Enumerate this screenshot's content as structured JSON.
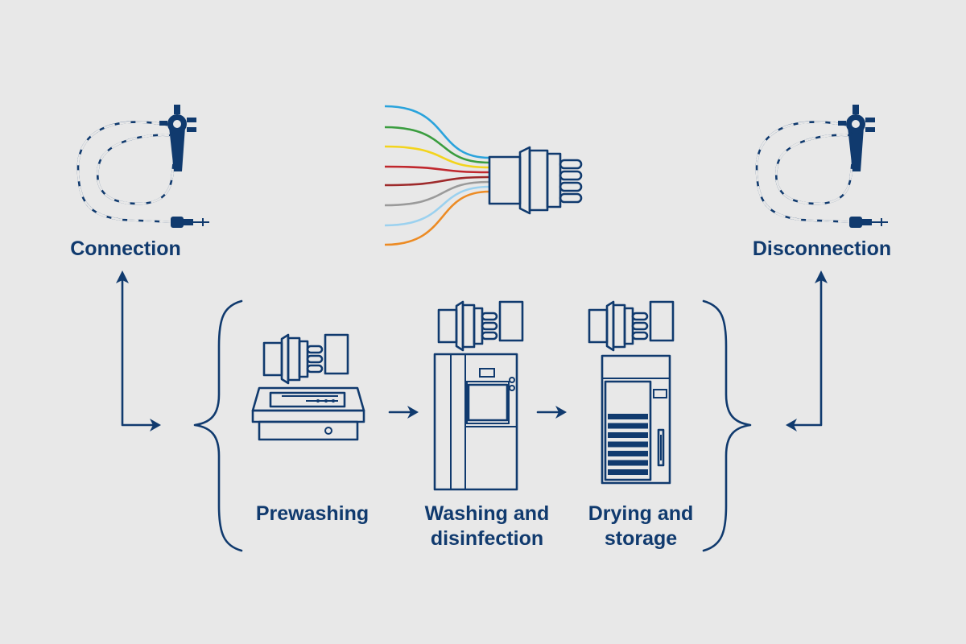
{
  "labels": {
    "connection": "Connection",
    "disconnection": "Disconnection",
    "prewashing": "Prewashing",
    "washing_line1": "Washing and",
    "washing_line2": "disinfection",
    "drying_line1": "Drying and",
    "drying_line2": "storage"
  },
  "colors": {
    "background": "#e8e8e8",
    "primary": "#103a6e",
    "wires": [
      "#2aa3dc",
      "#3a9d3f",
      "#f3d41d",
      "#c0272d",
      "#9e2a2b",
      "#9a9a9a",
      "#9bd1ef",
      "#ec8b24"
    ]
  },
  "icons": [
    "endoscope-icon",
    "endoscope-icon",
    "connector-with-wires-icon",
    "connector-icon",
    "prewash-station-icon",
    "washer-disinfector-icon",
    "drying-cabinet-icon",
    "arrow-icon"
  ]
}
